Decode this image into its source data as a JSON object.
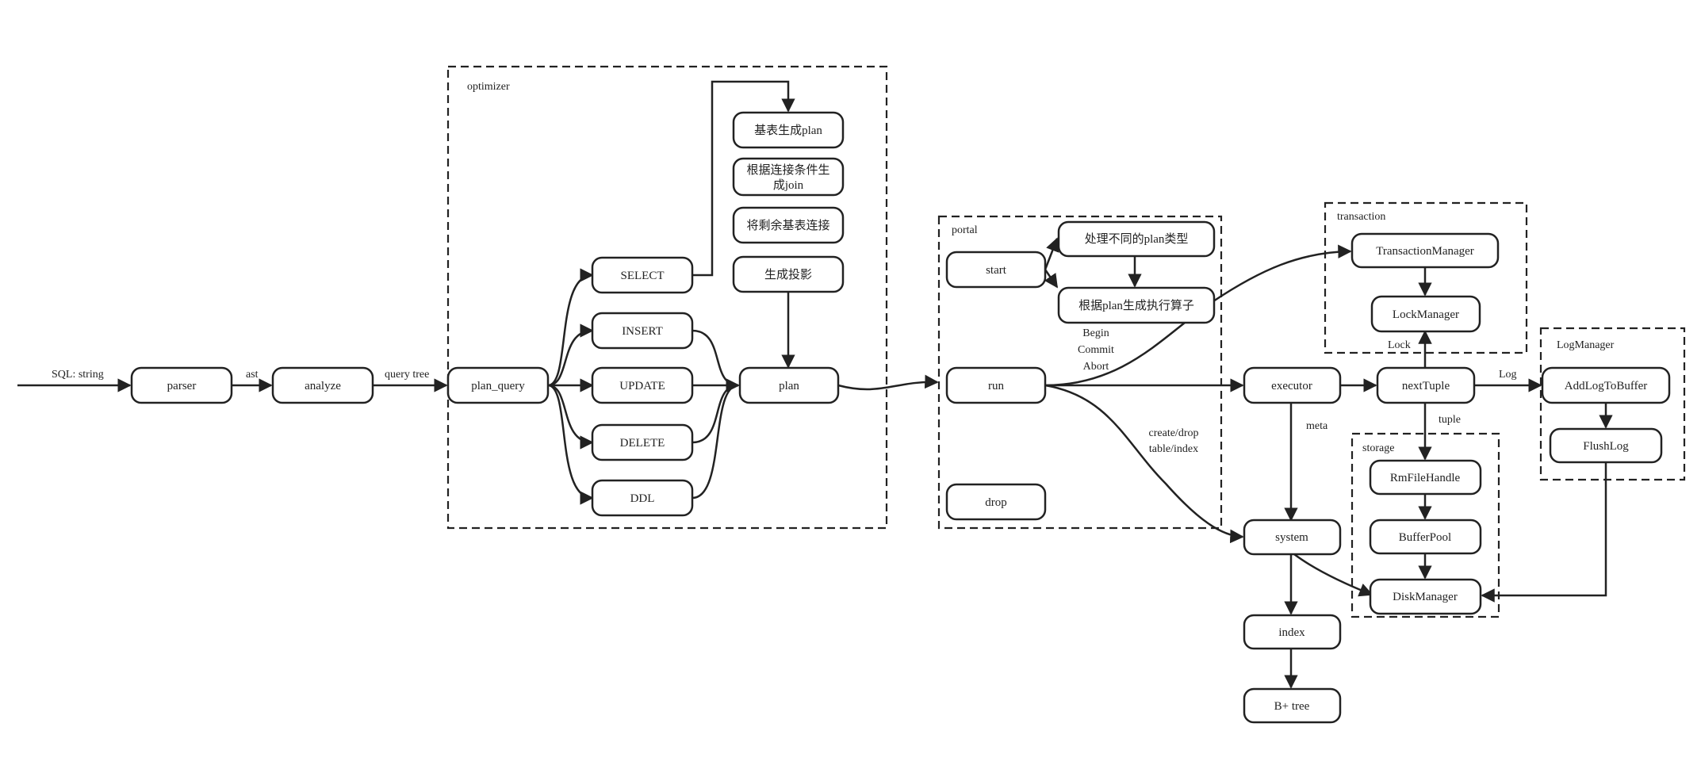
{
  "groups": {
    "optimizer": "optimizer",
    "portal": "portal",
    "transaction": "transaction",
    "storage": "storage",
    "logmanager": "LogManager"
  },
  "nodes": {
    "parser": "parser",
    "analyze": "analyze",
    "plan_query": "plan_query",
    "select": "SELECT",
    "insert": "INSERT",
    "update": "UPDATE",
    "delete": "DELETE",
    "ddl": "DDL",
    "base_plan": "基表生成plan",
    "join_line1": "根据连接条件生",
    "join_line2": "成join",
    "remaining": "将剩余基表连接",
    "projection": "生成投影",
    "plan": "plan",
    "start": "start",
    "run": "run",
    "drop": "drop",
    "handle_plan": "处理不同的plan类型",
    "gen_executor": "根据plan生成执行算子",
    "executor": "executor",
    "system": "system",
    "index": "index",
    "btree": "B+ tree",
    "nexttuple": "nextTuple",
    "txn_manager": "TransactionManager",
    "lock_manager": "LockManager",
    "rm_file_handle": "RmFileHandle",
    "buffer_pool": "BufferPool",
    "disk_manager": "DiskManager",
    "add_log": "AddLogToBuffer",
    "flush_log": "FlushLog"
  },
  "edge_labels": {
    "sql_string": "SQL: string",
    "ast": "ast",
    "query_tree": "query tree",
    "begin": "Begin",
    "commit": "Commit",
    "abort": "Abort",
    "create_drop": "create/drop",
    "table_index": "table/index",
    "meta": "meta",
    "lock": "Lock",
    "tuple": "tuple",
    "log": "Log"
  }
}
